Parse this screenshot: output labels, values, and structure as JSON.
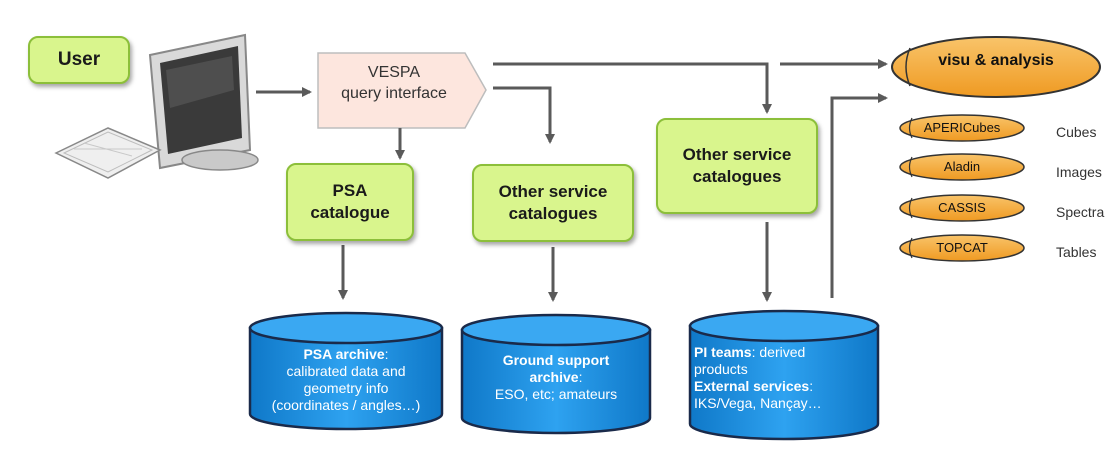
{
  "user": {
    "label": "User"
  },
  "vespa": {
    "line1": "VESPA",
    "line2": "query interface"
  },
  "catalogues": {
    "psa": "PSA\ncatalogue",
    "other_mid": "Other service\ncatalogues",
    "other_right": "Other service\ncatalogues"
  },
  "archives": {
    "psa": {
      "title": "PSA archive",
      "colon": ":",
      "lines": [
        "calibrated data and",
        "geometry info",
        "(coordinates / angles…)"
      ]
    },
    "ground": {
      "title_line1": "Ground support",
      "title_line2": "archive",
      "colon": ":",
      "line": "ESO, etc; amateurs"
    },
    "pi": {
      "title": "PI teams",
      "rest": ": derived",
      "line2": "products",
      "ext_title": "External services",
      "ext_colon": ":",
      "line4": "IKS/Vega, Nançay…"
    }
  },
  "visu": {
    "label": "visu & analysis"
  },
  "tools": [
    {
      "name": "APERICubes",
      "kind": "Cubes"
    },
    {
      "name": "Aladin",
      "kind": "Images"
    },
    {
      "name": "CASSIS",
      "kind": "Spectra"
    },
    {
      "name": "TOPCAT",
      "kind": "Tables"
    }
  ],
  "colors": {
    "catalogue_fill": "#d9f58d",
    "archive_fill": "#1a8fe0",
    "tool_fill": "#f5ad3c",
    "vespa_fill": "#fde6de",
    "arrow": "#5a5a5a"
  }
}
